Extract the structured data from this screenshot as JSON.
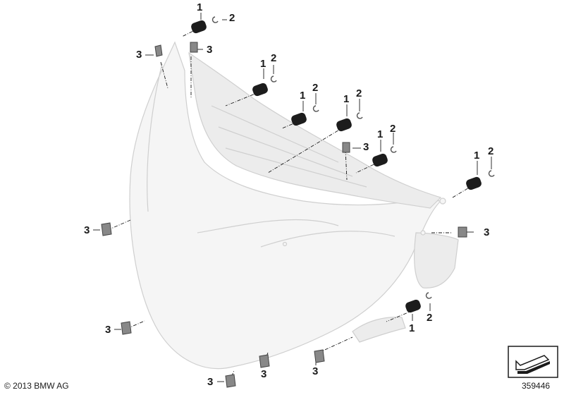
{
  "diagram": {
    "copyright": "© 2013 BMW AG",
    "diagram_number": "359446",
    "callouts": [
      "1",
      "2",
      "1",
      "2",
      "1",
      "2",
      "1",
      "2",
      "1",
      "2",
      "1",
      "2",
      "1",
      "2",
      "3",
      "3",
      "3",
      "3",
      "3",
      "3",
      "3",
      "3",
      "3"
    ]
  },
  "colors": {
    "line": "#1a1a1a",
    "housing_fill": "#f3f3f3",
    "housing_stroke": "#c8c8c8",
    "grommet": "#1c1c1c"
  },
  "icons": {
    "grommet": "rubber-grommet-icon",
    "clip": "spring-clip-icon",
    "bracket": "clip-nut-icon",
    "reference": "reference-arrow-icon"
  }
}
